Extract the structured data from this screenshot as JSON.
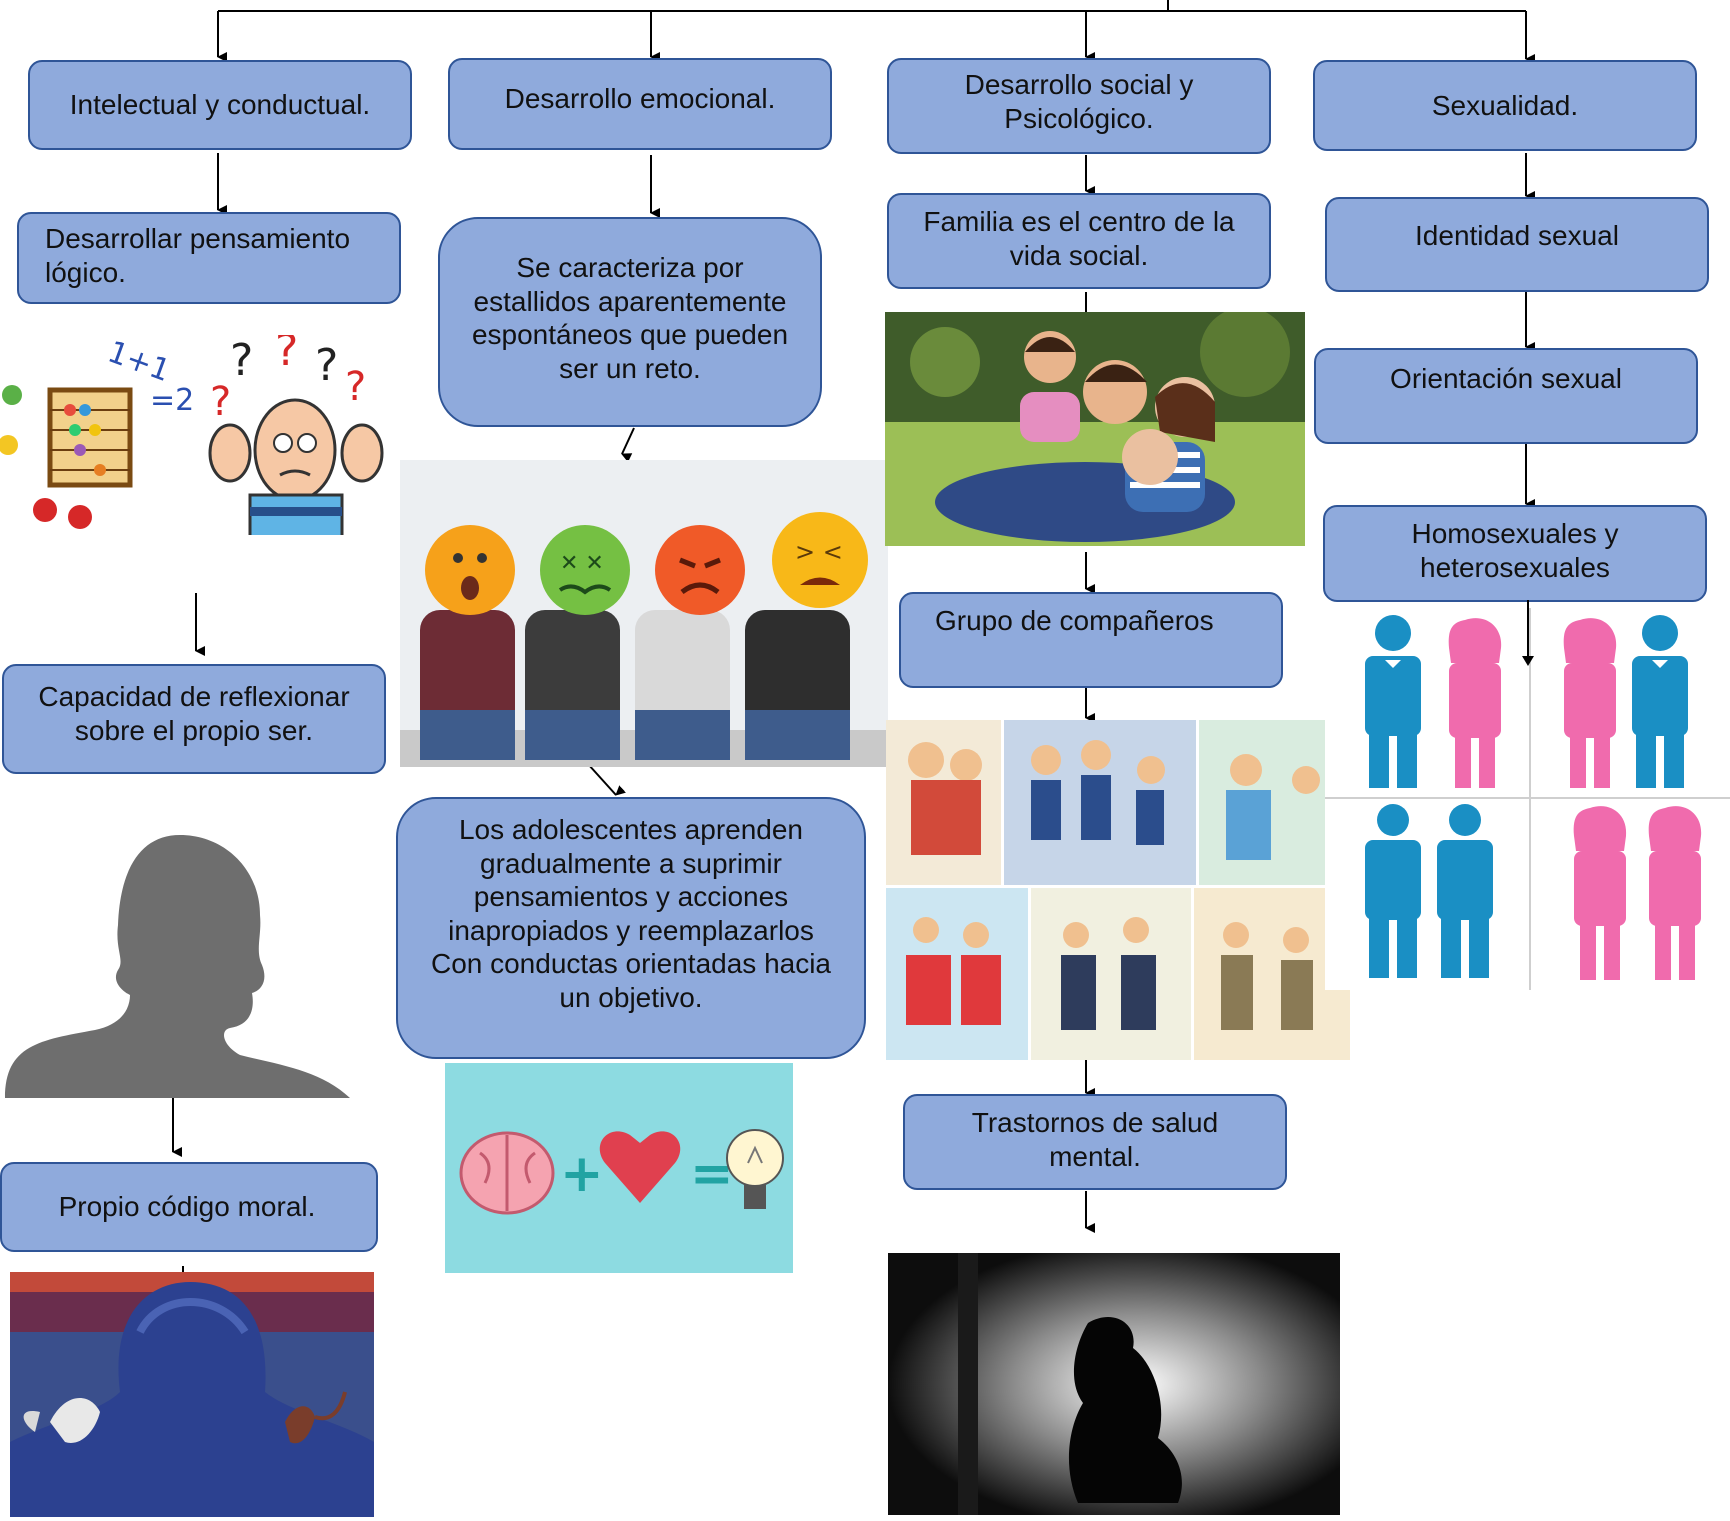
{
  "columns": [
    {
      "title": "Intelectual y conductual.",
      "steps": [
        "Desarrollar pensamiento\nlógico.",
        "Capacidad de reflexionar\nsobre el propio ser.",
        "Propio código moral."
      ],
      "images": [
        "math-confused-cartoon",
        "human-silhouette",
        "angel-devil-shoulders"
      ]
    },
    {
      "title": "Desarrollo emocional.",
      "steps": [
        "Se caracteriza por\nestallidos aparentemente\nespontáneos que pueden\nser un reto.",
        "Los adolescentes aprenden\ngradualmente a suprimir\npensamientos y acciones\ninapropiados y reemplazarlos\nCon conductas orientadas hacia\nun objetivo."
      ],
      "images": [
        "emoji-faces-photo",
        "brain-plus-heart-equals-idea"
      ]
    },
    {
      "title": "Desarrollo social y\nPsicológico.",
      "steps": [
        "Familia es el centro de la\nvida social.",
        "Grupo de compañeros",
        "Trastornos de salud\nmental."
      ],
      "images": [
        "family-photo",
        "peer-group-cartoons",
        "depressed-silhouette-photo"
      ]
    },
    {
      "title": "Sexualidad.",
      "steps": [
        "Identidad sexual",
        "Orientación sexual",
        "Homosexuales y\nheterosexuales"
      ],
      "images": [
        "couples-icons"
      ]
    }
  ]
}
